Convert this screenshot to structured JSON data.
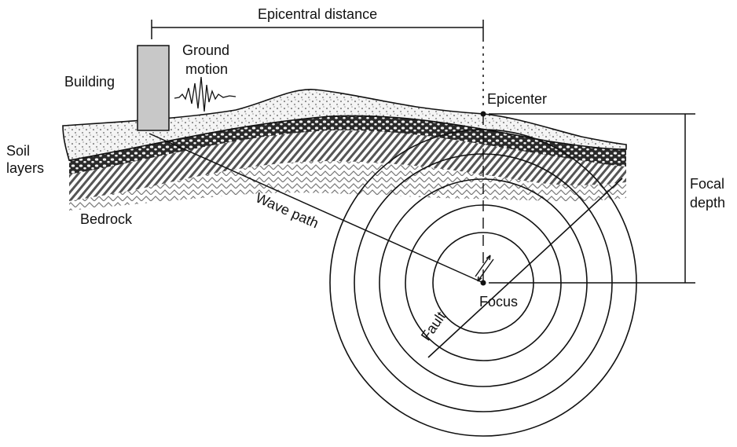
{
  "labels": {
    "epicentral_distance": "Epicentral distance",
    "ground": "Ground",
    "motion": "motion",
    "building": "Building",
    "epicenter": "Epicenter",
    "soil": "Soil",
    "layers": "layers",
    "focal": "Focal",
    "depth": "depth",
    "wave_path": "Wave path",
    "bedrock": "Bedrock",
    "focus": "Focus",
    "fault": "Fault"
  },
  "wavefront_count": 5,
  "colors": {
    "ink": "#111111",
    "building": "#c8c8c8",
    "soil_speckle": "#f4f4f4",
    "gravel": "#2a2a2a",
    "hatched": "#666666",
    "bedrock": "#999999"
  }
}
